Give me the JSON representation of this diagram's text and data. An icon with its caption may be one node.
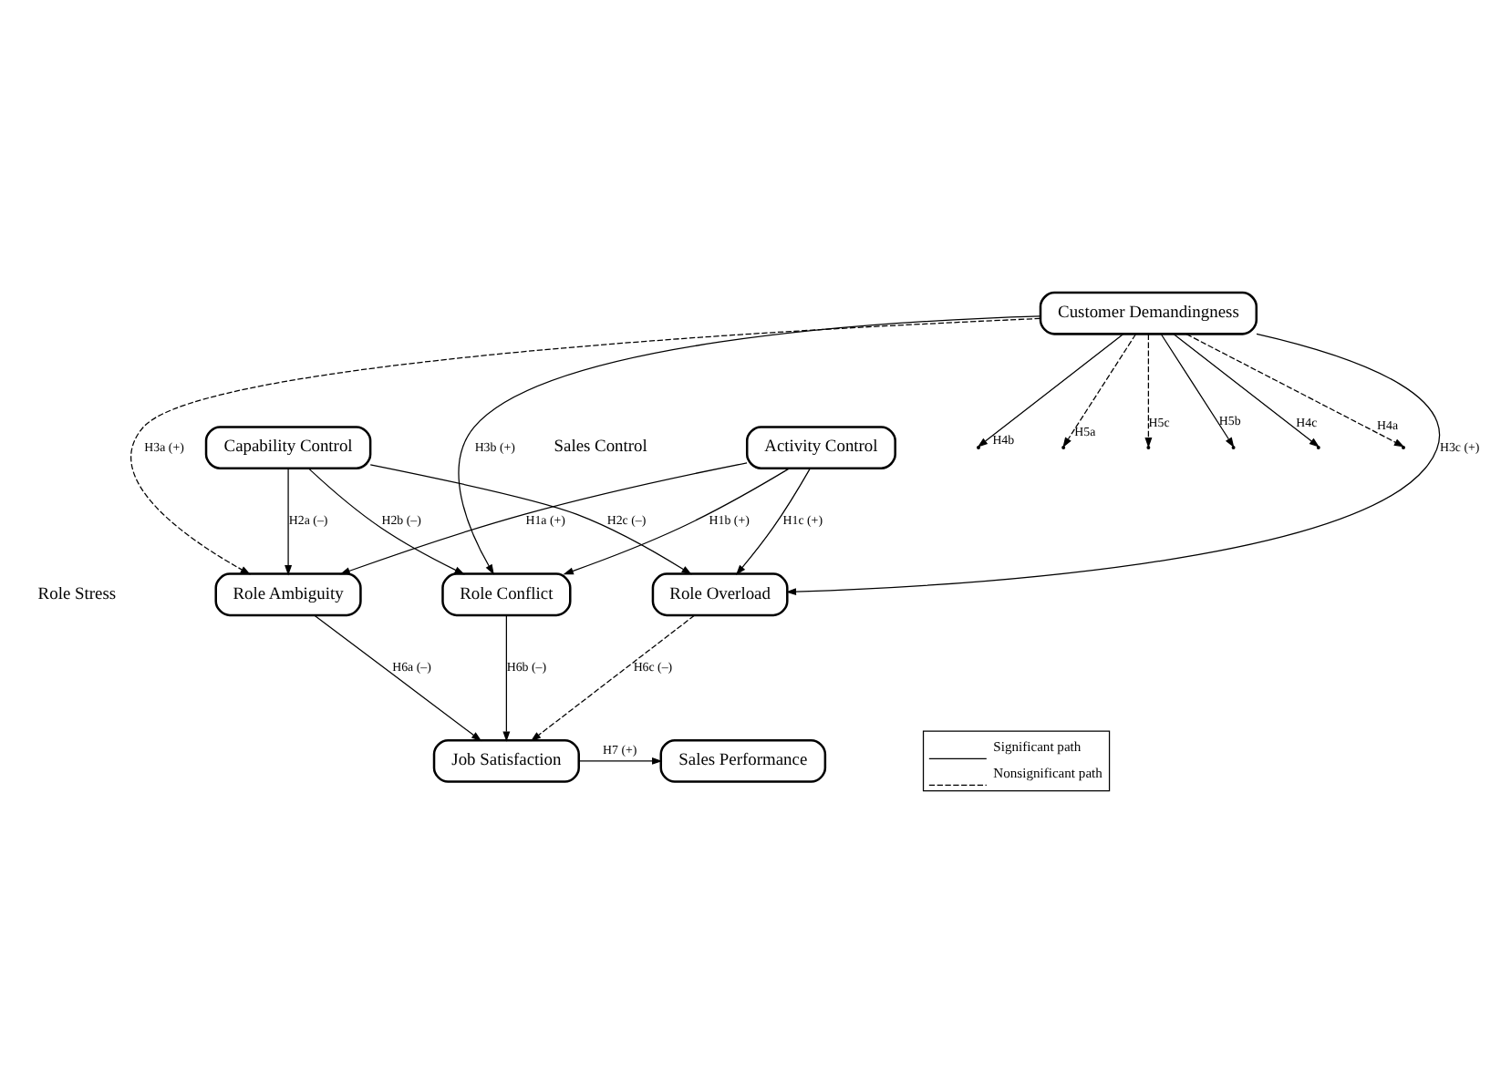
{
  "diagram": {
    "nodes": [
      {
        "text": [
          "Customer Demandingness"
        ]
      },
      {
        "text": [
          "Activity Control"
        ]
      },
      {
        "text": [
          "Capability Control"
        ]
      },
      {
        "text": [
          "Role Ambiguity"
        ]
      },
      {
        "text": [
          "Role Conflict"
        ]
      },
      {
        "text": [
          "Role Overload"
        ]
      },
      {
        "text": [
          "Job Satisfaction"
        ]
      },
      {
        "text": [
          "Sales Performance"
        ]
      }
    ],
    "edges": [
      {
        "from": 1,
        "to": 3,
        "arrow": "to",
        "label": "H1a (+)"
      },
      {
        "from": 1,
        "to": 4,
        "arrow": "to",
        "label": "H1b (+)"
      },
      {
        "from": 1,
        "to": 5,
        "arrow": "to",
        "label": "H1c (+)"
      },
      {
        "from": 2,
        "to": 3,
        "arrow": "to",
        "label": "H2a (–)"
      },
      {
        "from": 2,
        "to": 4,
        "arrow": "to",
        "label": "H2b (–)"
      },
      {
        "from": 2,
        "to": 5,
        "arrow": "to",
        "label": "H2c (–)"
      },
      {
        "from": 0,
        "to": 3,
        "arrow": "to",
        "label": "H3a (+)",
        "style": "dashed"
      },
      {
        "from": 0,
        "to": 4,
        "arrow": "to",
        "label": "H3b (+)"
      },
      {
        "from": 0,
        "to": 5,
        "arrow": "to",
        "label": "H3c (+)"
      },
      {
        "from": 0,
        "to": null,
        "arrow": "to",
        "label": "H4a",
        "style": "dashed"
      },
      {
        "from": 0,
        "to": null,
        "arrow": "to",
        "label": "H4b"
      },
      {
        "from": 0,
        "to": null,
        "arrow": "to",
        "label": "H4c"
      },
      {
        "from": 0,
        "to": null,
        "arrow": "to",
        "label": "H5a",
        "style": "dashed"
      },
      {
        "from": 0,
        "to": null,
        "arrow": "to",
        "label": "H5b"
      },
      {
        "from": 0,
        "to": null,
        "arrow": "to",
        "label": "H5c",
        "style": "dashed"
      },
      {
        "from": 3,
        "to": 6,
        "arrow": "to",
        "label": "H6a (–)"
      },
      {
        "from": 4,
        "to": 6,
        "arrow": "to",
        "label": "H6b (–)"
      },
      {
        "from": 5,
        "to": 6,
        "arrow": "to",
        "label": "H6c (–)",
        "style": "dashed"
      },
      {
        "from": 6,
        "to": 7,
        "arrow": "to",
        "label": "H7 (+)"
      }
    ],
    "labels": [
      "Sales Control",
      "Role Stress"
    ],
    "legend": [
      {
        "text": "Significant path"
      },
      {
        "text": "Nonsignificant path"
      }
    ]
  }
}
